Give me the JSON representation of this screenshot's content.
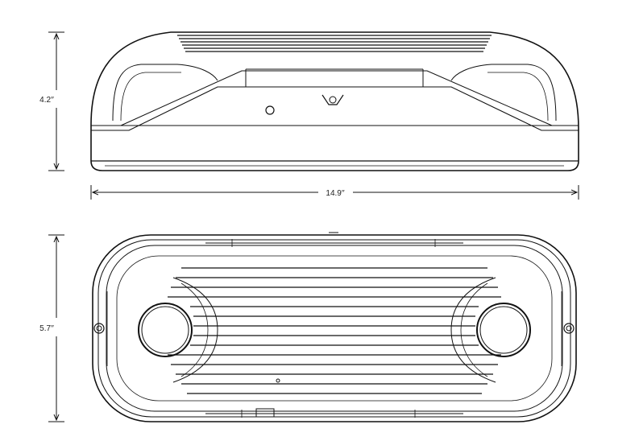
{
  "dimensions": {
    "front_height": "4.2′′",
    "front_width": "14.9′′",
    "top_depth": "5.7′′"
  }
}
